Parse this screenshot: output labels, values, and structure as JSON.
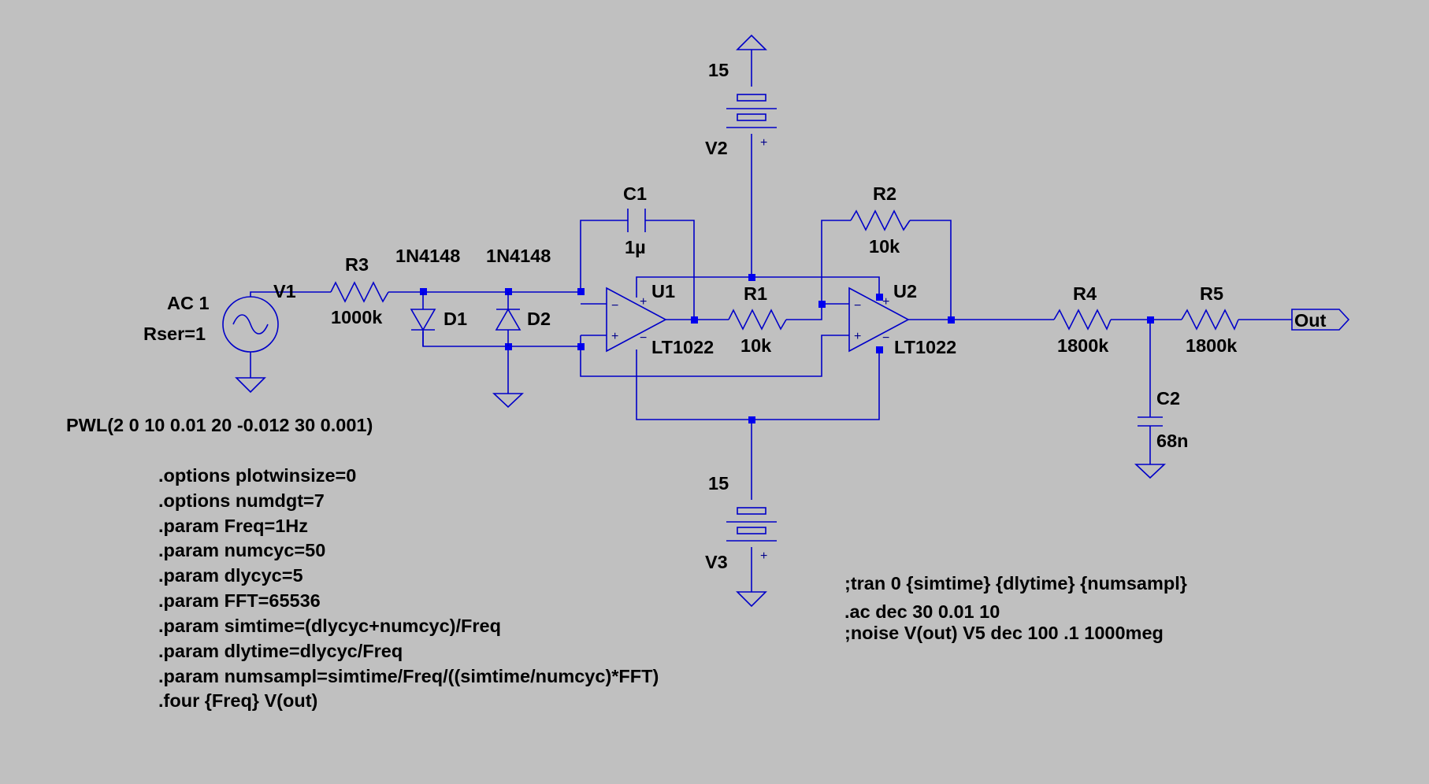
{
  "components": {
    "v1": {
      "label": "V1",
      "line1": "AC 1",
      "line2": "Rser=1",
      "pwl": "PWL(2 0 10 0.01 20 -0.012 30 0.001)"
    },
    "r3": {
      "name": "R3",
      "value": "1000k"
    },
    "d1": {
      "name": "D1",
      "model": "1N4148"
    },
    "d2": {
      "name": "D2",
      "model": "1N4148"
    },
    "c1": {
      "name": "C1",
      "value": "1µ"
    },
    "u1": {
      "name": "U1",
      "model": "LT1022"
    },
    "r1": {
      "name": "R1",
      "value": "10k"
    },
    "r2": {
      "name": "R2",
      "value": "10k"
    },
    "u2": {
      "name": "U2",
      "model": "LT1022"
    },
    "v2": {
      "name": "V2",
      "value": "15"
    },
    "v3": {
      "name": "V3",
      "value": "15"
    },
    "r4": {
      "name": "R4",
      "value": "1800k"
    },
    "r5": {
      "name": "R5",
      "value": "1800k"
    },
    "c2": {
      "name": "C2",
      "value": "68n"
    },
    "out": {
      "label": "Out"
    }
  },
  "directives_left": [
    ".options plotwinsize=0",
    ".options numdgt=7",
    ".param Freq=1Hz",
    ".param numcyc=50",
    ".param dlycyc=5",
    ".param FFT=65536",
    ".param simtime=(dlycyc+numcyc)/Freq",
    ".param dlytime=dlycyc/Freq",
    ".param numsampl=simtime/Freq/((simtime/numcyc)*FFT)",
    ".four {Freq} V(out)"
  ],
  "directives_right": {
    "tran": ";tran 0 {simtime} {dlytime} {numsampl}",
    "ac": ".ac dec 30 0.01 10",
    "noise": ";noise V(out) V5 dec 100 .1 1000meg"
  },
  "colors": {
    "background": "#c0c0c0",
    "wire": "#0000c8",
    "text": "#000000"
  }
}
